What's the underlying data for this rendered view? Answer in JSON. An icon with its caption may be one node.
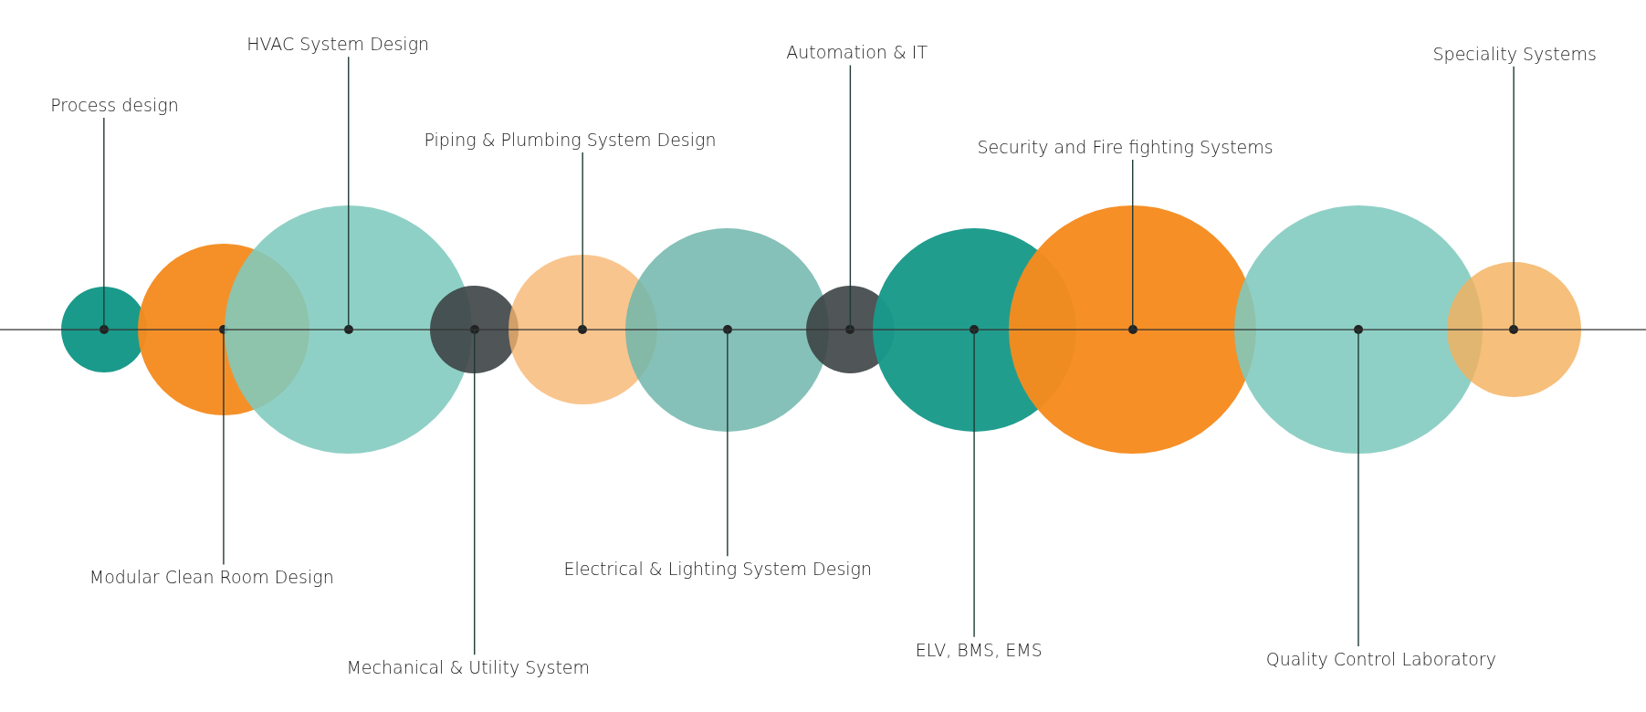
{
  "diagram": {
    "nodes": [
      {
        "text": [
          "Process design"
        ]
      },
      {
        "text": [],
        "shape": "circle"
      },
      {
        "text": [
          "Modular Clean Room Design"
        ]
      },
      {
        "text": [],
        "shape": "circle"
      },
      {
        "text": [
          "HVAC System Design"
        ]
      },
      {
        "text": [],
        "shape": "circle"
      },
      {
        "text": [
          "Mechanical & Utility System"
        ]
      },
      {
        "text": [],
        "shape": "circle"
      },
      {
        "text": [
          "Piping & Plumbing System Design"
        ]
      },
      {
        "text": [],
        "shape": "circle"
      },
      {
        "text": [
          "Electrical & Lighting System Design"
        ]
      },
      {
        "text": [],
        "shape": "circle"
      },
      {
        "text": [
          "Automation & IT"
        ]
      },
      {
        "text": [],
        "shape": "circle"
      },
      {
        "text": [
          "ELV, BMS, EMS"
        ]
      },
      {
        "text": [],
        "shape": "circle"
      },
      {
        "text": [
          "Security and Fire fighting Systems"
        ]
      },
      {
        "text": [],
        "shape": "circle"
      },
      {
        "text": [
          "Quality Control Laboratory"
        ]
      },
      {
        "text": [],
        "shape": "circle"
      },
      {
        "text": [
          "Speciality Systems"
        ]
      },
      {
        "text": [],
        "shape": "circle"
      }
    ],
    "edges": [
      {
        "from": 0,
        "to": 1,
        "arrow": "none"
      },
      {
        "from": 2,
        "to": 3,
        "arrow": "none"
      },
      {
        "from": 4,
        "to": 5,
        "arrow": "none"
      },
      {
        "from": 6,
        "to": 7,
        "arrow": "none"
      },
      {
        "from": 8,
        "to": 9,
        "arrow": "none"
      },
      {
        "from": 10,
        "to": 11,
        "arrow": "none"
      },
      {
        "from": 12,
        "to": 13,
        "arrow": "none"
      },
      {
        "from": 14,
        "to": 15,
        "arrow": "none"
      },
      {
        "from": 16,
        "to": 17,
        "arrow": "none"
      },
      {
        "from": 18,
        "to": 19,
        "arrow": "none"
      },
      {
        "from": 20,
        "to": 21,
        "arrow": "none"
      }
    ]
  }
}
